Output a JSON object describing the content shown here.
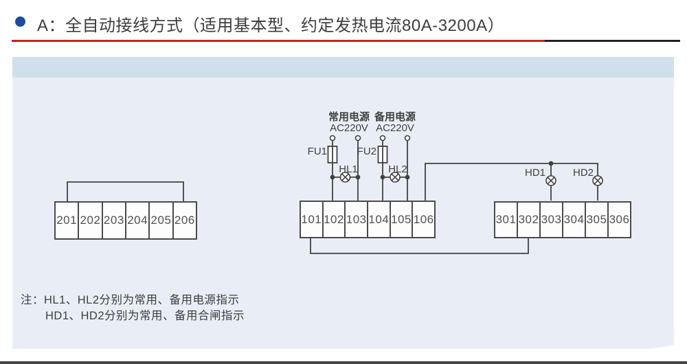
{
  "title": {
    "text": "A：全自动接线方式（适用基本型、约定发热电流80A-3200A）"
  },
  "colors": {
    "bullet_blue": "#1a4e9c",
    "accent_red": "#d71920",
    "rule_black": "#212121",
    "panel_bg": "#e9eef6",
    "panel_header_band": "#d0e0ea",
    "wire_line": "#404040",
    "footer_bar": "#454545"
  },
  "diagram": {
    "labels": {
      "power_normal": "常用电源",
      "power_backup": "备用电源",
      "voltage_normal": "AC220V",
      "voltage_backup": "AC220V",
      "fu1": "FU1",
      "fu2": "FU2",
      "hl1": "HL1",
      "hl2": "HL2",
      "hd1": "HD1",
      "hd2": "HD2"
    },
    "blocks": {
      "left": {
        "cells": [
          "201",
          "202",
          "203",
          "204",
          "205",
          "206"
        ]
      },
      "middle": {
        "cells": [
          "101",
          "102",
          "103",
          "104",
          "105",
          "106"
        ]
      },
      "right": {
        "cells": [
          "301",
          "302",
          "303",
          "304",
          "305",
          "306"
        ]
      }
    },
    "notes": {
      "line1": "注：HL1、HL2分别为常用、备用电源指示",
      "line2": "HD1、HD2分别为常用、备用合闸指示"
    }
  }
}
